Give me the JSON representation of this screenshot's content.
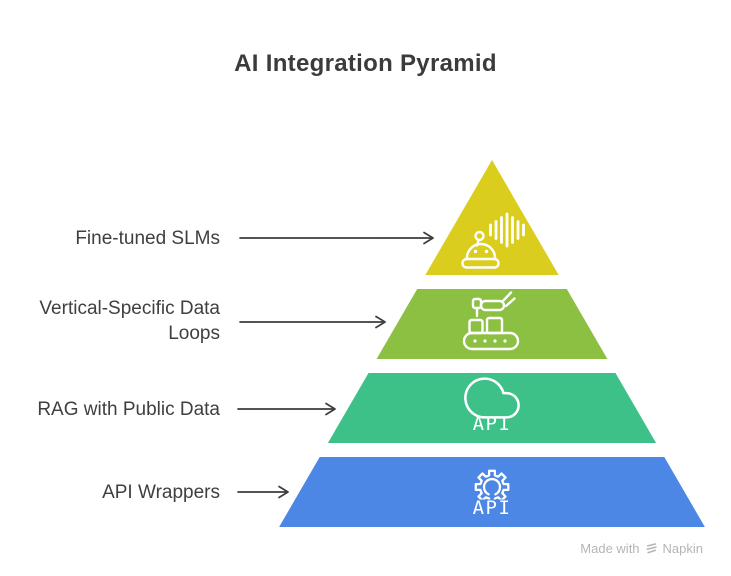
{
  "title": "AI Integration Pyramid",
  "pyramid": {
    "levels": [
      {
        "label": "Fine-tuned SLMs",
        "color": "#dbcd1e",
        "icon": "voice-bot-icon"
      },
      {
        "label": "Vertical-Specific Data Loops",
        "color": "#8bc043",
        "icon": "conveyor-belt-icon"
      },
      {
        "label": "RAG with Public Data",
        "color": "#3ec189",
        "icon": "cloud-api-icon",
        "icon_text": "API"
      },
      {
        "label": "API Wrappers",
        "color": "#4d87e5",
        "icon": "gear-api-icon",
        "icon_text": "API"
      }
    ]
  },
  "watermark": {
    "prefix": "Made with",
    "brand": "Napkin"
  },
  "colors": {
    "background": "#ffffff",
    "title_text": "#3b3b3b",
    "label_text": "#3f3f3f",
    "arrow": "#3d3d3d",
    "icon_stroke": "#ffffff",
    "watermark_text": "#b5b5b5"
  }
}
